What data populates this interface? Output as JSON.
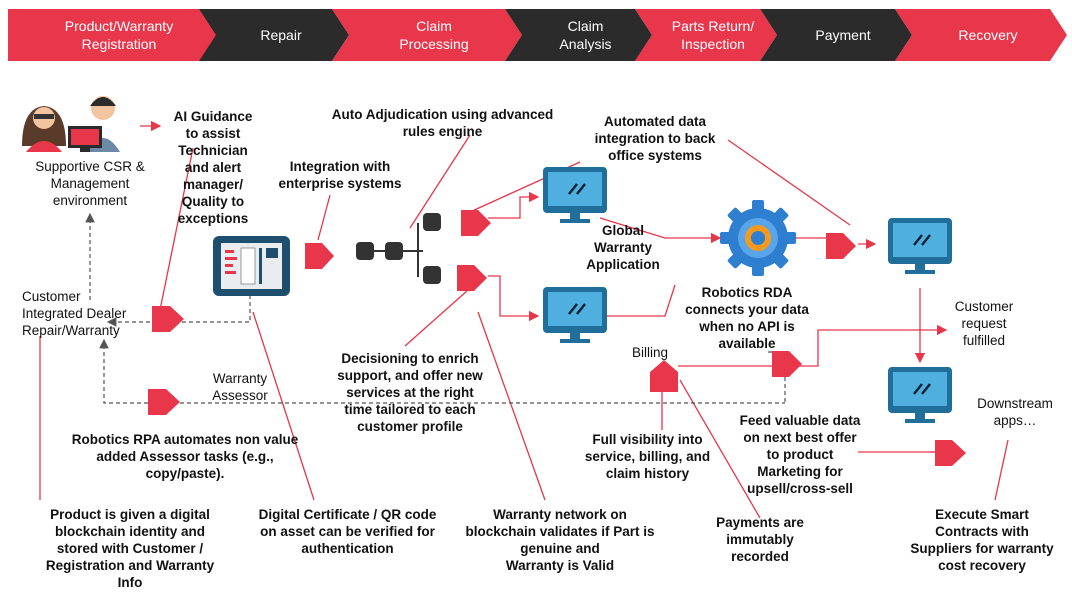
{
  "process_steps": [
    {
      "label": "Product/Warranty\nRegistration",
      "color": "#e8364a"
    },
    {
      "label": "Repair",
      "color": "#2b2b2b"
    },
    {
      "label": "Claim\nProcessing",
      "color": "#e8364a"
    },
    {
      "label": "Claim\nAnalysis",
      "color": "#2b2b2b"
    },
    {
      "label": "Parts Return/\nInspection",
      "color": "#e8364a"
    },
    {
      "label": "Payment",
      "color": "#2b2b2b"
    },
    {
      "label": "Recovery",
      "color": "#e8364a"
    }
  ],
  "labels": {
    "csr": "Supportive CSR &\nManagement\nenvironment",
    "ai_guidance": "AI Guidance\nto assist\nTechnician\nand alert\nmanager/\nQuality to\nexceptions",
    "auto_adjudication": "Auto Adjudication using advanced\nrules engine",
    "integration": "Integration with\nenterprise systems",
    "automated_data": "Automated data\nintegration to back\noffice systems",
    "global_warranty": "Global\nWarranty\nApplication",
    "robotics_rda": "Robotics RDA\nconnects your data\nwhen no API is\navailable",
    "customer_dealer": "Customer\nIntegrated Dealer\nRepair/Warranty",
    "customer_request": "Customer\nrequest\nfulfilled",
    "billing": "Billing",
    "decisioning": "Decisioning to enrich\nsupport, and offer new\nservices at the right\ntime tailored to each\ncustomer profile",
    "warranty_assessor": "Warranty\nAssessor",
    "downstream": "Downstream\napps…",
    "robotics_rpa": "Robotics RPA automates non value\nadded Assessor tasks (e.g.,\ncopy/paste).",
    "full_visibility": "Full visibility into\nservice, billing, and\nclaim history",
    "feed_data": "Feed valuable data\non next best offer\nto product\nMarketing for\nupsell/cross-sell",
    "product_digital": "Product is given a digital\nblockchain identity and\nstored with Customer /\nRegistration and Warranty\nInfo",
    "digital_certificate": "Digital Certificate / QR code\non asset can be verified for\nauthentication",
    "warranty_network": "Warranty network on\nblockchain validates if Part is\ngenuine and\nWarranty is Valid",
    "payments": "Payments are\nimmutably\nrecorded",
    "smart_contracts": "Execute Smart\nContracts with\nSuppliers for warranty\ncost recovery"
  },
  "colors": {
    "accent": "#e8364a",
    "dark": "#2b2b2b",
    "monitor": "#1f6f9a"
  },
  "icons": [
    "people-icon",
    "tablet-icon",
    "network-nodes-icon",
    "monitor-icon",
    "gear-icon",
    "pentagon-marker-icon"
  ]
}
